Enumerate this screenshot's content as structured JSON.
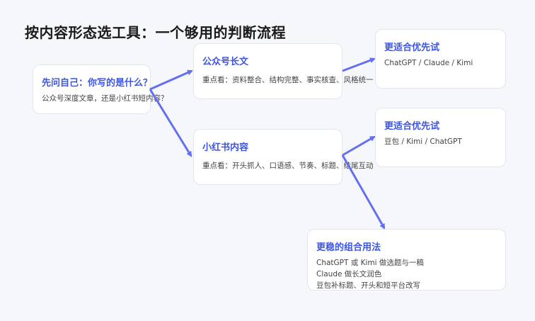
{
  "title": "按内容形态选工具：一个够用的判断流程",
  "accent_color": "#3d55e0",
  "arrow_color": "#6470f0",
  "nodes": {
    "start": {
      "title": "先问自己：你写的是什么？",
      "body": "公众号深度文章，还是小红书短内容？"
    },
    "wechat": {
      "title": "公众号长文",
      "body": "重点看：资料整合、结构完整、事实核查、风格统一"
    },
    "xhs": {
      "title": "小红书内容",
      "body": "重点看：开头抓人、口语感、节奏、标题、结尾互动"
    },
    "wechat_tools": {
      "title": "更适合优先试",
      "body": "ChatGPT / Claude / Kimi"
    },
    "xhs_tools": {
      "title": "更适合优先试",
      "body": "豆包 / Kimi / ChatGPT"
    },
    "combo": {
      "title": "更稳的组合用法",
      "lines": [
        "ChatGPT 或 Kimi 做选题与一稿",
        "Claude 做长文润色",
        "豆包补标题、开头和短平台改写"
      ]
    }
  }
}
